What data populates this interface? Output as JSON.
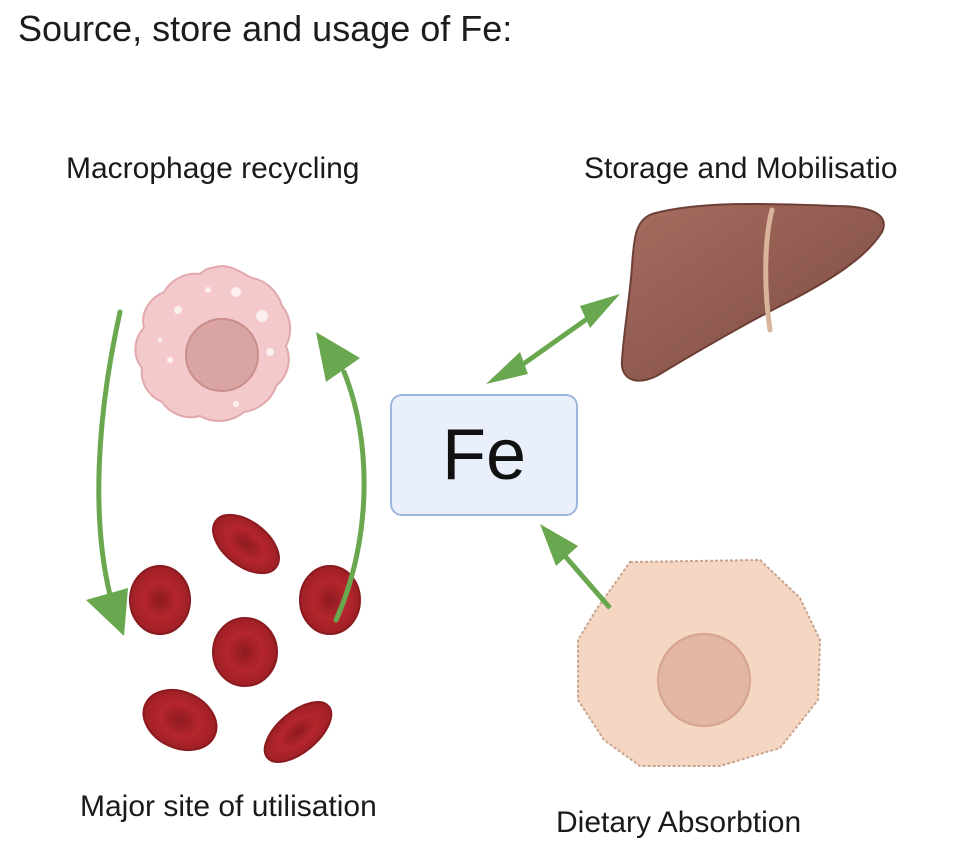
{
  "title": "Source, store and usage of Fe:",
  "center": {
    "text": "Fe"
  },
  "labels": {
    "macrophage": "Macrophage recycling",
    "storage": "Storage and Mobilisatio",
    "utilisation": "Major site of utilisation",
    "absorption": "Dietary Absorbtion"
  },
  "colors": {
    "arrow": "#6aa84f",
    "liver": "#8e5a4f",
    "macrophage": "#f2c9cb",
    "nucleus": "#d9a4a2",
    "rbc": "#b5262d",
    "enterocyte": "#f3d3bd",
    "fe_box_fill": "#eaf0fb",
    "fe_box_border": "#9db6dd"
  },
  "icons": [
    "macrophage-icon",
    "liver-icon",
    "red-blood-cell-icon",
    "enterocyte-icon"
  ]
}
